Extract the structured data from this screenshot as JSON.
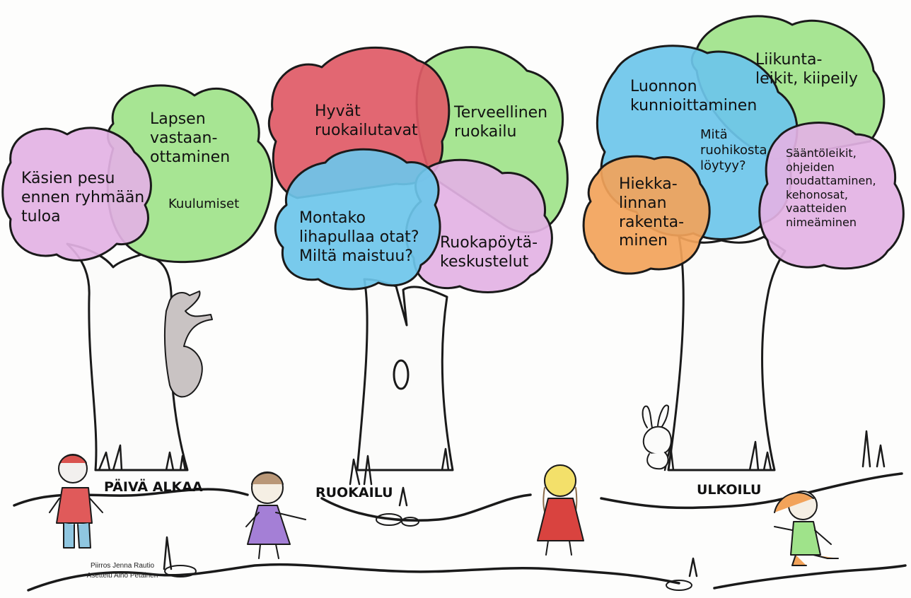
{
  "colors": {
    "pink": "#e3b2e4",
    "green": "#9fe38a",
    "red": "#e05a66",
    "blue": "#6cc6ea",
    "orange": "#f2a35a",
    "outline": "#1a1a1a"
  },
  "trees": [
    {
      "name": "paiva-alkaa-tree",
      "section": "PÄIVÄ ALKAA",
      "bubbles": [
        {
          "color": "pink",
          "text": "Käsien pesu\nennen ryhmään\ntuloa"
        },
        {
          "color": "green",
          "text": "Lapsen\nvastaan-\nottaminen"
        },
        {
          "color": "green",
          "text": "Kuulumiset"
        }
      ]
    },
    {
      "name": "ruokailu-tree",
      "section": "RUOKAILU",
      "bubbles": [
        {
          "color": "red",
          "text": "Hyvät\nruokailutavat"
        },
        {
          "color": "green",
          "text": "Terveellinen\nruokailu"
        },
        {
          "color": "blue",
          "text": "Montako\nlihapullaa otat?\nMiltä maistuu?"
        },
        {
          "color": "pink",
          "text": "Ruokapöytä-\nkeskustelut"
        }
      ]
    },
    {
      "name": "ulkoilu-tree",
      "section": "ULKOILU",
      "bubbles": [
        {
          "color": "green",
          "text": "Liikunta-\nleikit, kiipeily"
        },
        {
          "color": "blue",
          "text": "Luonnon\nkunnioittaminen"
        },
        {
          "color": "blue",
          "text": "Mitä\nruohikosta\nlöytyy?"
        },
        {
          "color": "orange",
          "text": "Hiekka-\nlinnan\nrakenta-\nminen"
        },
        {
          "color": "pink",
          "text": "Sääntöleikit,\nohjeiden\nnoudattaminen,\nkehonosat,\nvaatteiden\nnimeäminen"
        }
      ]
    }
  ],
  "credit": "Piirros Jenna Rautio\nAsettelu Aino Petäinen"
}
